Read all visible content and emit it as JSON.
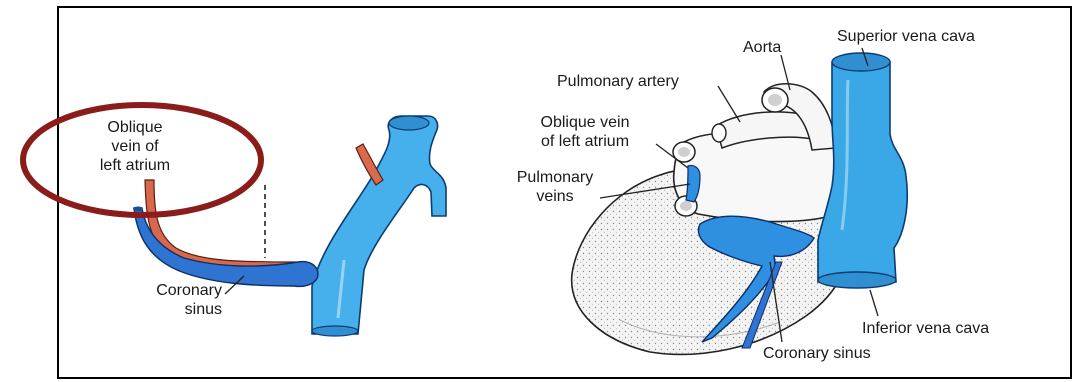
{
  "left_diagram": {
    "oblique_vein_label": [
      "Oblique",
      "vein of",
      "left atrium"
    ],
    "coronary_sinus_label": [
      "Coronary",
      "sinus"
    ]
  },
  "right_diagram": {
    "aorta": "Aorta",
    "superior_vena_cava": "Superior vena cava",
    "pulmonary_artery": "Pulmonary artery",
    "oblique_vein_label": [
      "Oblique vein",
      "of left atrium"
    ],
    "pulmonary_veins_label": [
      "Pulmonary",
      "veins"
    ],
    "inferior_vena_cava": "Inferior vena cava",
    "coronary_sinus": "Coronary sinus"
  },
  "colors": {
    "frame": "#000000",
    "highlight_ring": "#8b1c1c",
    "vein_blue": "#3aa8e6",
    "sinus_blue": "#2f7fd6",
    "artery_red": "#d4604a",
    "heart_fill": "#f2f2f2"
  }
}
